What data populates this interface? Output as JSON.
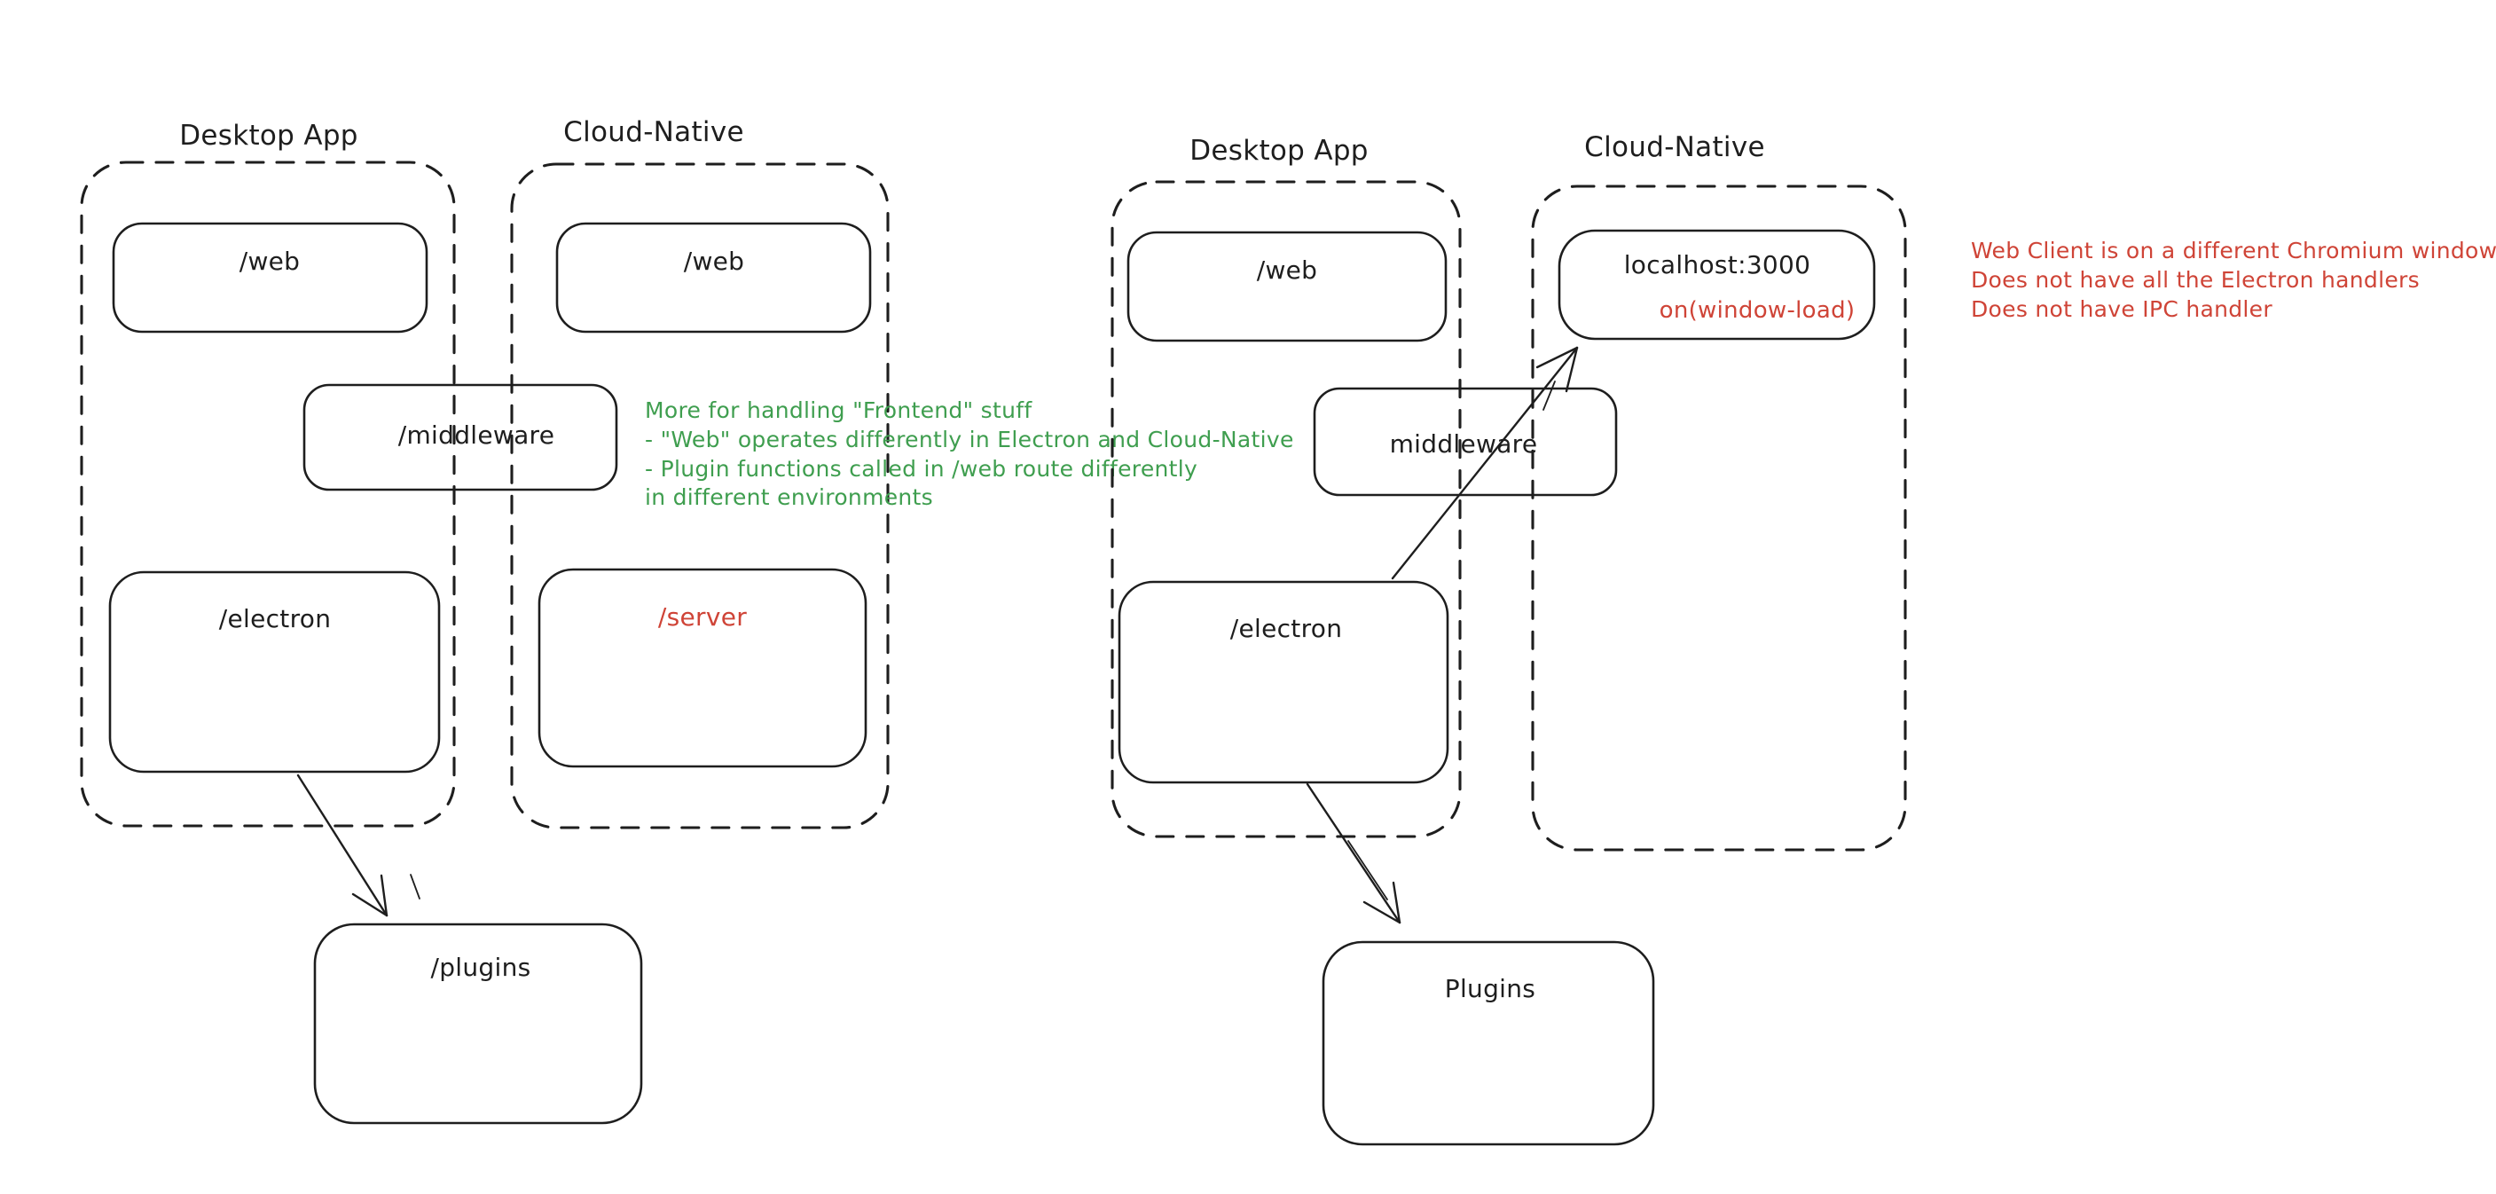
{
  "colors": {
    "background": "#ffffff",
    "ink": "#1e1e1e",
    "green": "#3f9e4f",
    "red": "#cf4437"
  },
  "left_diagram": {
    "desktop_label": "Desktop App",
    "cloud_label": "Cloud-Native",
    "web_desktop": "/web",
    "web_cloud": "/web",
    "middleware": "/middleware",
    "electron": "/electron",
    "server": "/server",
    "plugins": "/plugins",
    "green_note": {
      "lines": [
        "More for handling \"Frontend\" stuff",
        "- \"Web\" operates differently in Electron and Cloud-Native",
        "- Plugin functions called in /web route differently",
        "in different environments"
      ]
    }
  },
  "right_diagram": {
    "desktop_label": "Desktop App",
    "cloud_label": "Cloud-Native",
    "web": "/web",
    "localhost": "localhost:3000",
    "on_window_load": "on(window-load)",
    "middleware": "middleware",
    "electron": "/electron",
    "plugins": "Plugins",
    "red_note": {
      "lines": [
        "Web Client is on a different Chromium window",
        "Does not have all the Electron handlers",
        "Does not have IPC handler"
      ]
    }
  }
}
